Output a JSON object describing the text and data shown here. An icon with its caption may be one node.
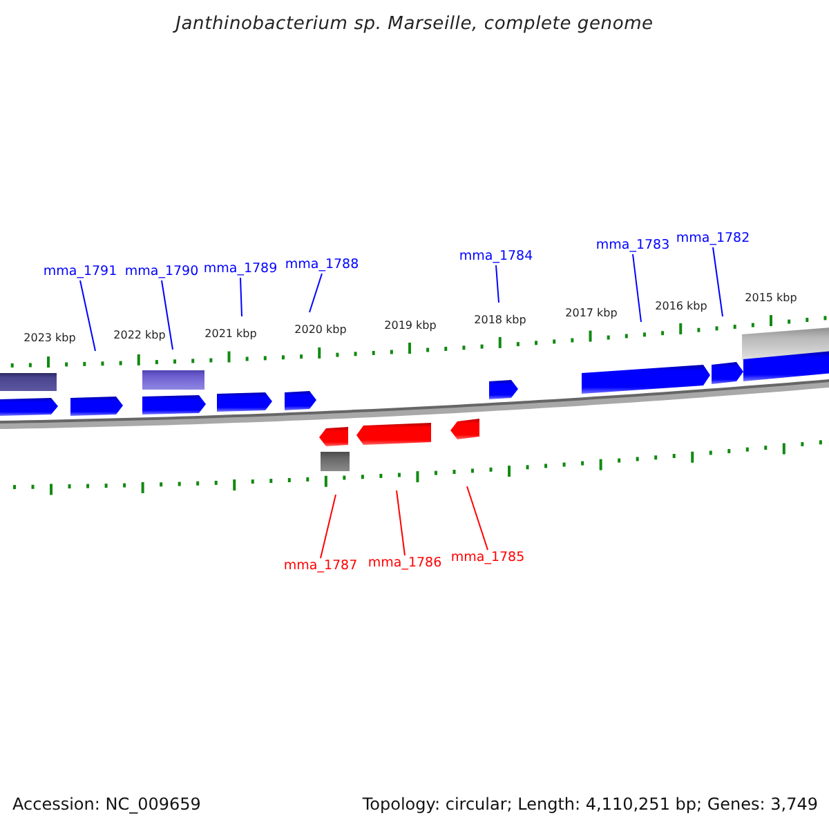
{
  "diagram": {
    "title": "Janthinobacterium sp. Marseille, complete genome",
    "nodes": [
      {
        "text": [
          "mma_1791"
        ]
      },
      {
        "text": [
          "mma_1790"
        ]
      },
      {
        "text": [
          "mma_1789"
        ]
      },
      {
        "text": [
          "mma_1788"
        ]
      },
      {
        "text": [
          "mma_1784"
        ]
      },
      {
        "text": [
          "mma_1783"
        ]
      },
      {
        "text": [
          "mma_1782"
        ]
      },
      {
        "text": [
          "mma_1787"
        ]
      },
      {
        "text": [
          "mma_1786"
        ]
      },
      {
        "text": [
          "mma_1785"
        ]
      }
    ],
    "edges": [
      {
        "from": 0,
        "to": null,
        "arrow": "none"
      },
      {
        "from": 1,
        "to": null,
        "arrow": "none"
      },
      {
        "from": 2,
        "to": null,
        "arrow": "none"
      },
      {
        "from": 3,
        "to": null,
        "arrow": "none"
      },
      {
        "from": 4,
        "to": null,
        "arrow": "none"
      },
      {
        "from": 5,
        "to": null,
        "arrow": "none"
      },
      {
        "from": 6,
        "to": null,
        "arrow": "none"
      },
      {
        "from": 7,
        "to": null,
        "arrow": "none",
        "color": "#ff0000"
      },
      {
        "from": 8,
        "to": null,
        "arrow": "none",
        "color": "#ff0000"
      },
      {
        "from": 9,
        "to": null,
        "arrow": "none",
        "color": "#ff0000"
      }
    ],
    "labels": [
      "2023 kbp",
      "2022 kbp",
      "2021 kbp",
      "2020 kbp",
      "2019 kbp",
      "2018 kbp",
      "2017 kbp",
      "2016 kbp",
      "2015 kbp",
      "Accession: NC_009659",
      "Topology: circular; Length: 4,110,251 bp; Genes: 3,749"
    ]
  }
}
